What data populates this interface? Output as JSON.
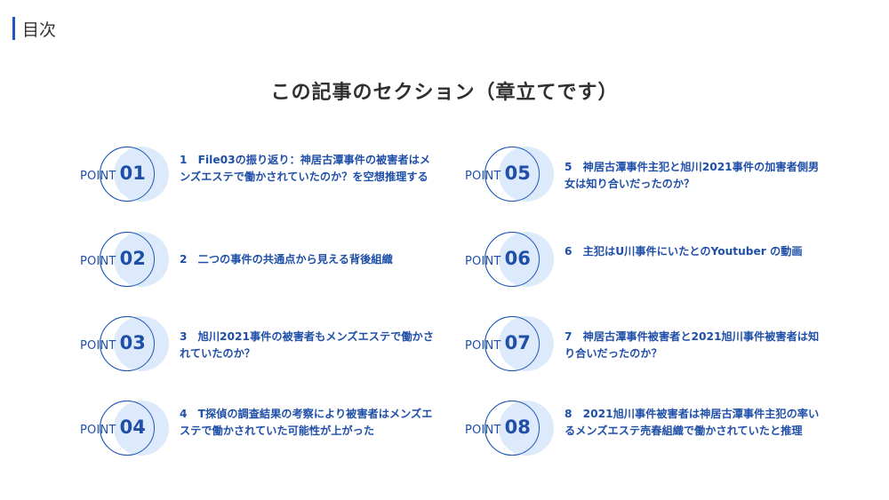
{
  "header": {
    "label": "目次"
  },
  "title": "この記事のセクション（章立てです）",
  "points": [
    {
      "word": "POINT",
      "num": "01",
      "text": "1　File03の振り返り：神居古潭事件の被害者はメンズエステで働かされていたのか？を空想推理する"
    },
    {
      "word": "POINT",
      "num": "02",
      "text": "2　二つの事件の共通点から見える背後組織"
    },
    {
      "word": "POINT",
      "num": "03",
      "text": "3　旭川2021事件の被害者もメンズエステで働かされていたのか？"
    },
    {
      "word": "POINT",
      "num": "04",
      "text": "4　T探偵の調査結果の考察により被害者はメンズエステで働かされていた可能性が上がった"
    },
    {
      "word": "POINT",
      "num": "05",
      "text": "5　神居古潭事件主犯と旭川2021事件の加害者側男女は知り合いだったのか？"
    },
    {
      "word": "POINT",
      "num": "06",
      "text": "6　主犯はU川事件にいたとのYoutuber の動画"
    },
    {
      "word": "POINT",
      "num": "07",
      "text": "7　神居古潭事件被害者と2021旭川事件被害者は知り合いだったのか？"
    },
    {
      "word": "POINT",
      "num": "08",
      "text": "8　2021旭川事件被害者は神居古潭事件主犯の率いるメンズエステ売春組織で働かされていたと推理"
    }
  ],
  "colors": {
    "accent": "#1f4fa8",
    "badge_fill": "#ddeafb"
  }
}
